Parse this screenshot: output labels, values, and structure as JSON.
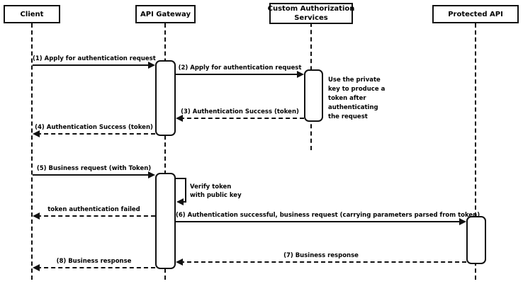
{
  "diagram_type": "uml-sequence-diagram",
  "colors": {
    "stroke": "#111111",
    "fill": "#ffffff",
    "background": "#ffffff",
    "text": "#000000"
  },
  "participants": [
    {
      "name": "Client"
    },
    {
      "name": "API Gateway"
    },
    {
      "name": "Custom Authorization\nServices"
    },
    {
      "name": "Protected API"
    }
  ],
  "messages": [
    {
      "label": "(1) Apply for authentication request",
      "from": "Client",
      "to": "API Gateway",
      "line": "solid",
      "direction": "right"
    },
    {
      "label": "(2) Apply for authentication request",
      "from": "API Gateway",
      "to": "Custom Authorization Services",
      "line": "solid",
      "direction": "right"
    },
    {
      "label": "(3) Authentication Success (token)",
      "from": "Custom Authorization Services",
      "to": "API Gateway",
      "line": "dashed",
      "direction": "left"
    },
    {
      "label": "(4) Authentication Success (token)",
      "from": "API Gateway",
      "to": "Client",
      "line": "dashed",
      "direction": "left"
    },
    {
      "label": "(5) Business request (with Token)",
      "from": "Client",
      "to": "API Gateway",
      "line": "solid",
      "direction": "right"
    },
    {
      "label": "Verify token\nwith public key",
      "from": "API Gateway",
      "to": "API Gateway",
      "line": "solid",
      "direction": "self"
    },
    {
      "label": "token authentication failed",
      "from": "API Gateway",
      "to": "Client",
      "line": "dashed",
      "direction": "left"
    },
    {
      "label": "(6) Authentication successful, business request (carrying parameters parsed from token)",
      "from": "API Gateway",
      "to": "Protected API",
      "line": "solid",
      "direction": "right"
    },
    {
      "label": "(7) Business response",
      "from": "Protected API",
      "to": "API Gateway",
      "line": "dashed",
      "direction": "left"
    },
    {
      "label": "(8) Business response",
      "from": "API Gateway",
      "to": "Client",
      "line": "dashed",
      "direction": "left"
    }
  ],
  "note": {
    "text": "Use the private\nkey to produce a\ntoken after\nauthenticating\nthe request"
  }
}
